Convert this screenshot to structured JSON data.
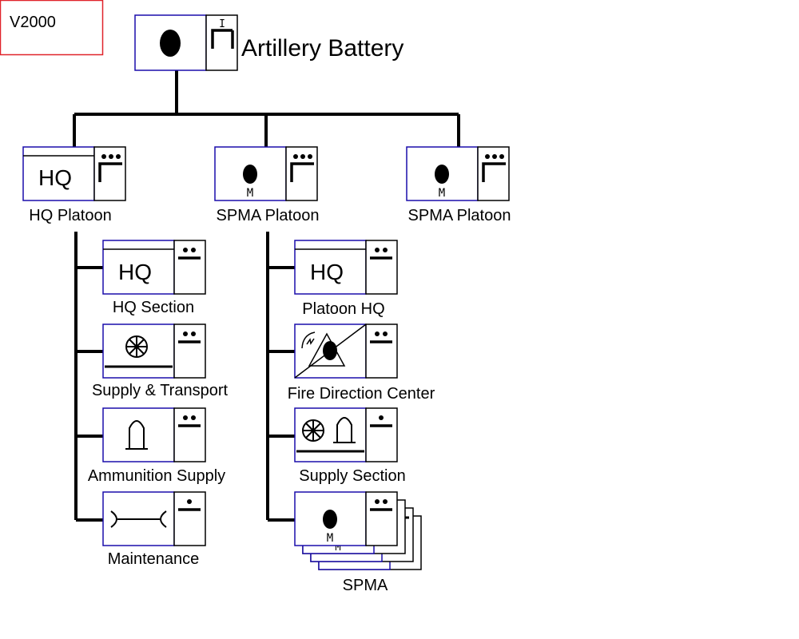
{
  "version_label": "V2000",
  "root": {
    "label": "Artillery Battery",
    "echelon_mark": "I"
  },
  "platoons": [
    {
      "label": "HQ Platoon",
      "symbol": "HQ"
    },
    {
      "label": "SPMA Platoon",
      "symbol": "M"
    },
    {
      "label": "SPMA Platoon",
      "symbol": "M"
    }
  ],
  "hq_platoon_units": [
    {
      "label": "HQ Section",
      "symbol": "HQ"
    },
    {
      "label": "Supply & Transport",
      "symbol": "supply-wheel-icon"
    },
    {
      "label": "Ammunition Supply",
      "symbol": "ammunition-icon"
    },
    {
      "label": "Maintenance",
      "symbol": "maintenance-icon"
    }
  ],
  "spma_platoon_units": [
    {
      "label": "Platoon HQ",
      "symbol": "HQ"
    },
    {
      "label": "Fire Direction Center",
      "symbol": "fire-direction-icon"
    },
    {
      "label": "Supply Section",
      "symbol": "supply-ammo-icon"
    },
    {
      "label": "SPMA",
      "symbol": "M"
    }
  ],
  "colors": {
    "frame": "#1a0dab",
    "line": "#000000",
    "version_box": "#e0232a"
  }
}
